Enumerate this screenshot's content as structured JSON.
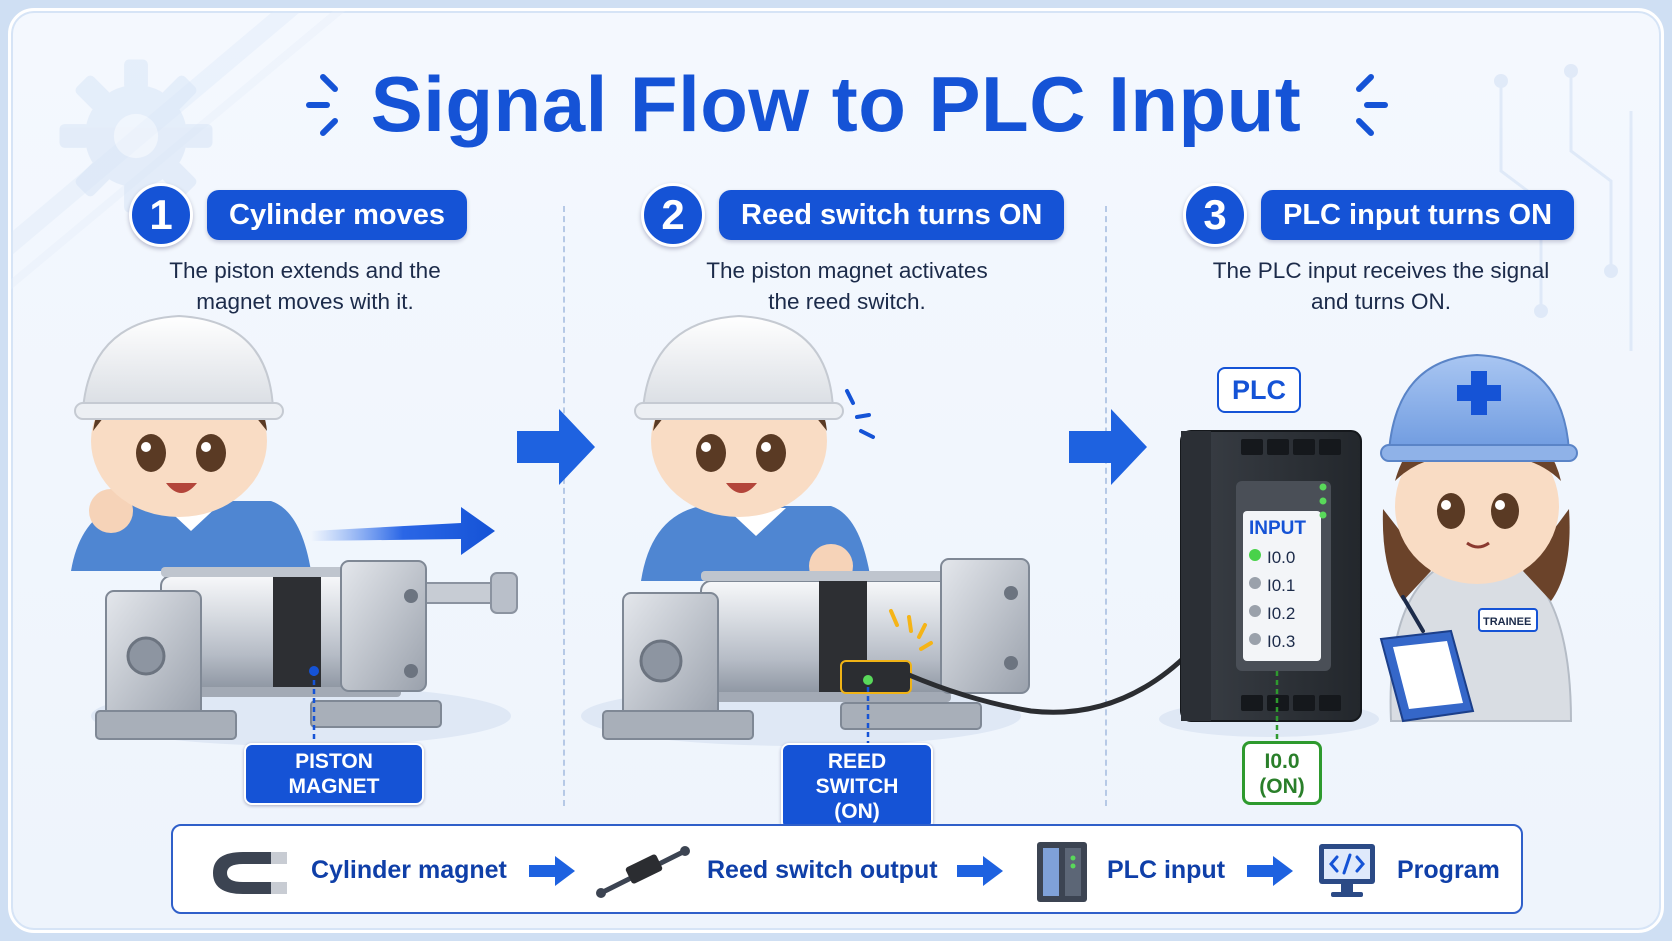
{
  "title": "Signal Flow to PLC Input",
  "steps": [
    {
      "number": "1",
      "heading": "Cylinder moves",
      "desc_line1": "The piston extends and the",
      "desc_line2": "magnet moves with it."
    },
    {
      "number": "2",
      "heading": "Reed switch turns ON",
      "desc_line1": "The piston magnet activates",
      "desc_line2": "the reed switch."
    },
    {
      "number": "3",
      "heading": "PLC input turns ON",
      "desc_line1": "The PLC input receives the signal",
      "desc_line2": "and turns ON."
    }
  ],
  "labels": {
    "piston_magnet": "PISTON MAGNET",
    "reed_switch_line1": "REED SWITCH",
    "reed_switch_line2": "(ON)",
    "plc": "PLC",
    "input_header": "INPUT",
    "inputs": [
      "I0.0",
      "I0.1",
      "I0.2",
      "I0.3"
    ],
    "io_line1": "I0.0",
    "io_line2": "(ON)",
    "badge": "TRAINEE"
  },
  "flow": [
    {
      "label": "Cylinder magnet",
      "icon": "magnet-icon"
    },
    {
      "label": "Reed switch output",
      "icon": "reed-switch-icon"
    },
    {
      "label": "PLC input",
      "icon": "plc-icon"
    },
    {
      "label": "Program",
      "icon": "monitor-code-icon"
    }
  ],
  "colors": {
    "accent": "#1553d6",
    "on_green": "#2e9a2e",
    "background": "#eef4fc"
  }
}
